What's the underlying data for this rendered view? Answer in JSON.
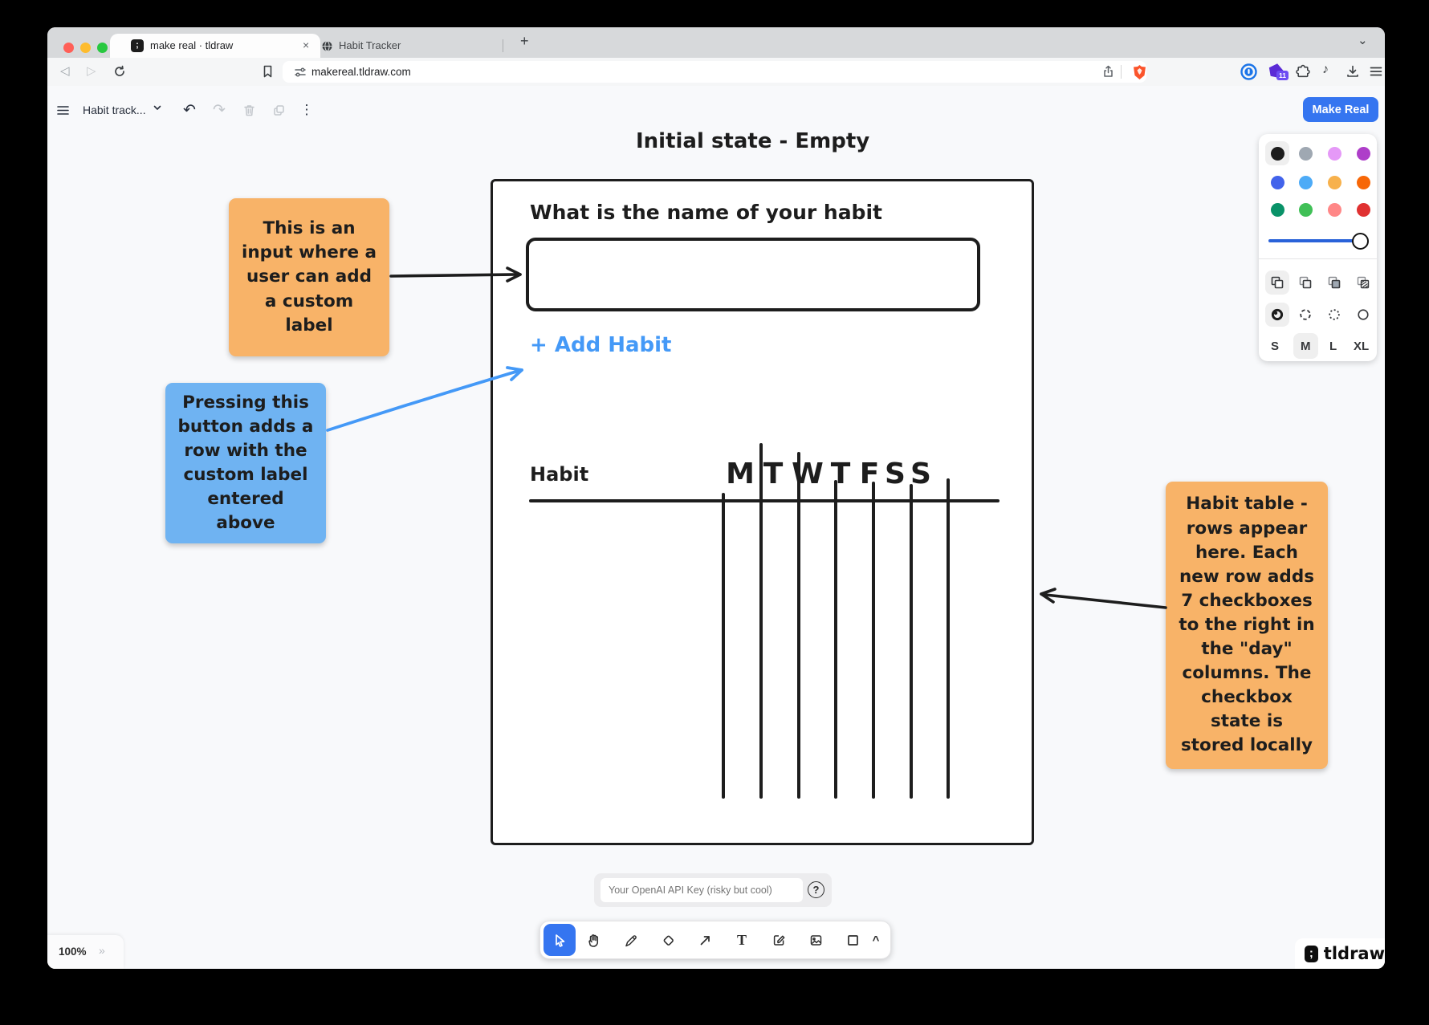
{
  "browser": {
    "traffic_lights": [
      "#ff5f57",
      "#febc2e",
      "#28c840"
    ],
    "tabs": [
      {
        "title": "make real · tldraw",
        "active": true
      },
      {
        "title": "Habit Tracker",
        "active": false
      }
    ],
    "url": "makereal.tldraw.com",
    "extension_badge": "11"
  },
  "icons": {
    "close": "×",
    "new_tab": "+",
    "tab_overflow": "⌄",
    "kebab": "⋮",
    "undo": "↶",
    "redo": "↷",
    "zoom_more": "»",
    "help": "?",
    "more_tools": "^",
    "music": "♪",
    "text_tool": "T",
    "favicon_glyph": ";",
    "back": "◁",
    "forward": "▷"
  },
  "app": {
    "doc_name": "Habit track...",
    "make_real_label": "Make Real",
    "zoom_level": "100%",
    "watermark": "tldraw",
    "api_key": {
      "placeholder": "Your OpenAI API Key (risky but cool)"
    }
  },
  "style_panel": {
    "colors": [
      "#1d1d1d",
      "#9fa8b2",
      "#e599f7",
      "#ae3ec9",
      "#4263eb",
      "#4dabf7",
      "#f7b14c",
      "#f76707",
      "#099268",
      "#40c057",
      "#ff8787",
      "#e03131"
    ],
    "sizes": [
      "S",
      "M",
      "L",
      "XL"
    ],
    "selected": {
      "color": "#1d1d1d",
      "fill": "none",
      "dash": "draw",
      "size": "M",
      "opacity": "100%"
    }
  },
  "canvas": {
    "title": "Initial state - Empty",
    "frame": {
      "question": "What is the name of your habit",
      "add_habit_label": "+ Add Habit",
      "habit_column_label": "Habit",
      "day_headers": [
        "M",
        "T",
        "W",
        "T",
        "F",
        "S",
        "S"
      ]
    },
    "notes": [
      {
        "color": "#f8b368",
        "text": "This is an input where a user can add a custom label"
      },
      {
        "color": "#6fb3f2",
        "text": "Pressing this button adds a row with the custom label entered above"
      },
      {
        "color": "#f8b368",
        "text": "Habit table - rows appear here. Each new row adds 7 checkboxes to the right in the \"day\" columns. The checkbox state is stored locally"
      }
    ],
    "arrow_colors": {
      "black": "#1d1d1d",
      "blue": "#4499f7"
    }
  }
}
